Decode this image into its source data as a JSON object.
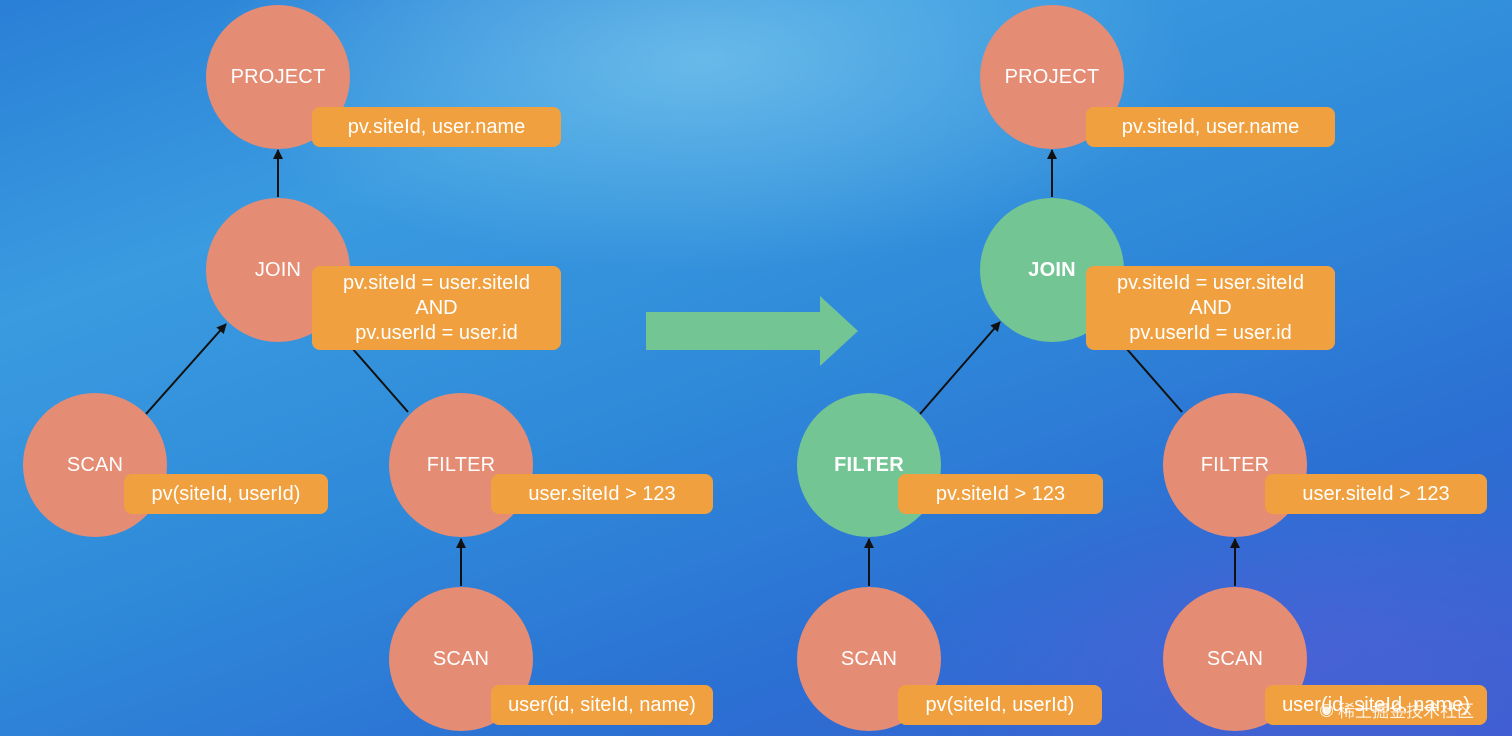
{
  "colors": {
    "node_default": "#e58c74",
    "node_highlight": "#74c594",
    "label_bg": "#f0a03e",
    "arrow": "#74c594",
    "edge": "#111111"
  },
  "left_tree": {
    "project": {
      "title": "PROJECT",
      "label": "pv.siteId, user.name"
    },
    "join": {
      "title": "JOIN",
      "label_lines": [
        "pv.siteId = user.siteId",
        "AND",
        "pv.userId = user.id"
      ]
    },
    "scan_pv": {
      "title": "SCAN",
      "label": "pv(siteId, userId)"
    },
    "filter_user": {
      "title": "FILTER",
      "label": "user.siteId > 123"
    },
    "scan_user": {
      "title": "SCAN",
      "label": "user(id, siteId, name)"
    }
  },
  "right_tree": {
    "project": {
      "title": "PROJECT",
      "label": "pv.siteId, user.name"
    },
    "join": {
      "title": "JOIN",
      "label_lines": [
        "pv.siteId = user.siteId",
        "AND",
        "pv.userId = user.id"
      ]
    },
    "filter_pv": {
      "title": "FILTER",
      "label": "pv.siteId > 123"
    },
    "filter_user": {
      "title": "FILTER",
      "label": "user.siteId > 123"
    },
    "scan_pv": {
      "title": "SCAN",
      "label": "pv(siteId, userId)"
    },
    "scan_user": {
      "title": "SCAN",
      "label": "user(id, siteId, name)"
    }
  },
  "watermark": {
    "icon": "logo-icon",
    "text": "稀土掘金技术社区"
  }
}
